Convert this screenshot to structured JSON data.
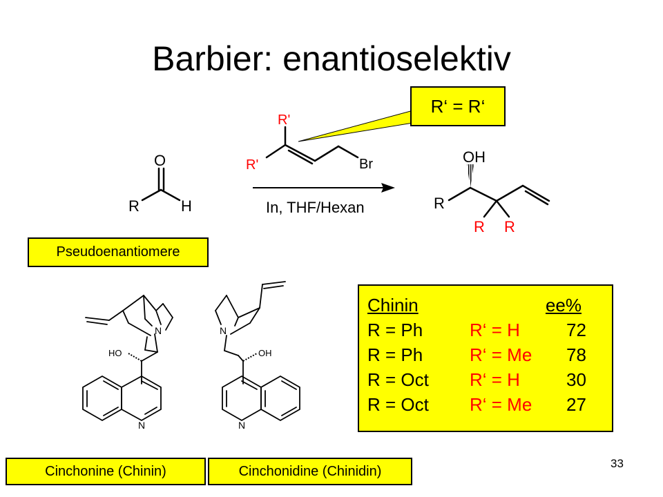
{
  "title": "Barbier: enantioselektiv",
  "callout": "R‘ = R‘",
  "reaction": {
    "reagent_r_top": "R'",
    "reagent_r_left": "R'",
    "reagent_br": "Br",
    "conditions": "In, THF/Hexan",
    "aldehyde_o": "O",
    "aldehyde_r": "R",
    "aldehyde_h": "H",
    "product_oh": "OH",
    "product_r": "R",
    "product_r2": "R",
    "product_r3": "R"
  },
  "label_pseudo": "Pseudoenantiomere",
  "cinchonine": {
    "ho": "HO",
    "n_bridge": "N",
    "n_ring": "N",
    "label": "Cinchonine (Chinin)"
  },
  "cinchonidine": {
    "oh": "OH",
    "n_bridge": "N",
    "n_ring": "N",
    "label": "Cinchonidine (Chinidin)"
  },
  "table": {
    "header_left": "Chinin",
    "header_right": "ee%",
    "rows": [
      {
        "r": "R = Ph",
        "rp": "R‘ = H",
        "ee": "72"
      },
      {
        "r": "R = Ph",
        "rp": "R‘ = Me",
        "ee": "78"
      },
      {
        "r": "R = Oct",
        "rp": "R‘ = H",
        "ee": "30"
      },
      {
        "r": "R = Oct",
        "rp": "R‘ = Me",
        "ee": "27"
      }
    ]
  },
  "page_number": "33",
  "colors": {
    "highlight": "#ffff00",
    "accent_red": "#ff0000"
  }
}
